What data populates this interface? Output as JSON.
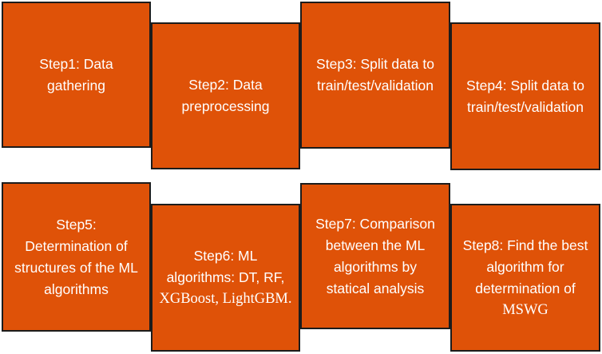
{
  "steps": {
    "s1": "Step1: Data\ngathering",
    "s2": "Step2: Data\npreprocessing",
    "s3": "Step3: Split data to\ntrain/test/validation",
    "s4": "Step4: Split data to\ntrain/test/validation",
    "s5": "Step5:\nDetermination of\nstructures of the ML\nalgorithms",
    "s6_line1": "Step6: ML",
    "s6_line2": "algorithms: DT, RF,",
    "s6_line3": "XGBoost, LightGBM.",
    "s7": "Step7: Comparison\nbetween the ML\nalgorithms by\nstatical analysis",
    "s8_text": "Step8: Find the best\nalgorithm for\ndetermination of",
    "s8_serif": "MSWG"
  },
  "colors": {
    "box_fill": "#df5208",
    "box_border": "#1c1c1c",
    "text": "#ffffff"
  }
}
